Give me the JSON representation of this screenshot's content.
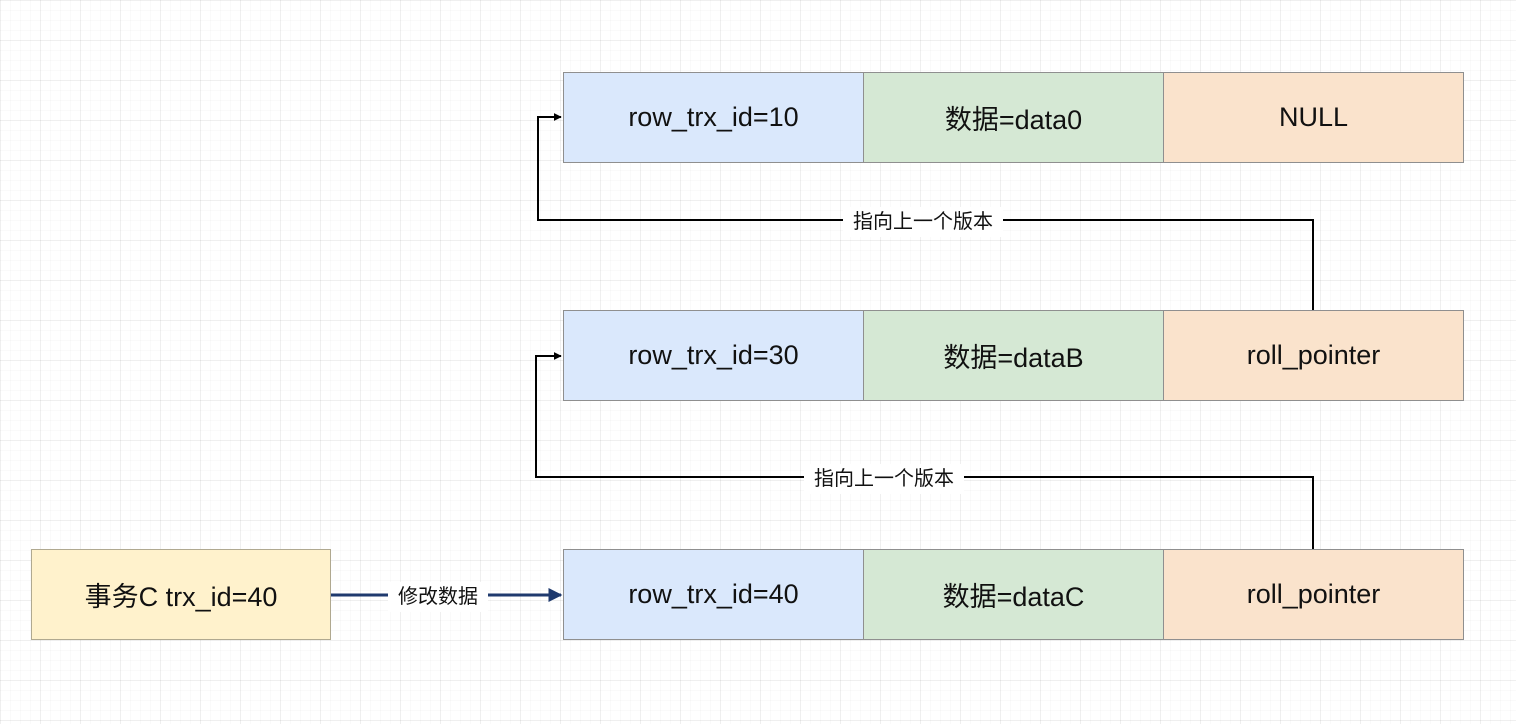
{
  "colors": {
    "trx_id_fill": "#dae8fc",
    "data_fill": "#d5e8d4",
    "pointer_fill": "#fae3cc",
    "transaction_fill": "#fff2cc",
    "pointer_line": "#000000",
    "modify_arrow": "#1f3a6e"
  },
  "rows": [
    {
      "trx_id": "row_trx_id=10",
      "data": "数据=data0",
      "pointer": "NULL"
    },
    {
      "trx_id": "row_trx_id=30",
      "data": "数据=dataB",
      "pointer": "roll_pointer"
    },
    {
      "trx_id": "row_trx_id=40",
      "data": "数据=dataC",
      "pointer": "roll_pointer"
    }
  ],
  "transaction": {
    "label": "事务C trx_id=40"
  },
  "edges": {
    "modify_label": "修改数据",
    "prev_version_label_upper": "指向上一个版本",
    "prev_version_label_lower": "指向上一个版本"
  }
}
